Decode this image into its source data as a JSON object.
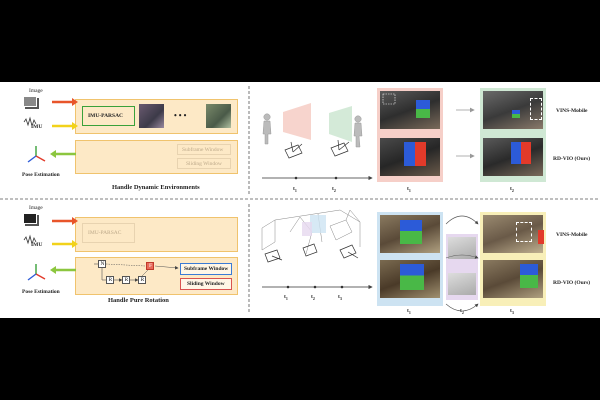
{
  "top": {
    "image_label": "Image",
    "imu_label": "IMU",
    "module_label": "IMU-PARSAC",
    "dots": "• • •",
    "subframe_label": "Subframe Window",
    "sliding_label": "Sliding Window",
    "pose_label": "Pose Estimation",
    "title": "Handle Dynamic Environments",
    "t1": "t",
    "t1_sub": "1",
    "t2": "t",
    "t2_sub": "2",
    "result_t1": "t",
    "result_t1_sub": "1",
    "result_t2": "t",
    "result_t2_sub": "2",
    "method_a": "VINS-Mobile",
    "method_b": "RD-VIO (Ours)"
  },
  "bottom": {
    "image_label": "Image",
    "imu_label": "IMU",
    "module_label": "IMU-PARSAC",
    "node_n": "N",
    "node_r": "R",
    "node_f": "F",
    "subframe_label": "Subframe Window",
    "sliding_label": "Sliding Window",
    "pose_label": "Pose Estimation",
    "title": "Handle Pure Rotation",
    "t1": "t",
    "t1_sub": "1",
    "t2": "t",
    "t2_sub": "2",
    "t3": "t",
    "t3_sub": "3",
    "r1": "t",
    "r1_sub": "1",
    "r2": "t",
    "r2_sub": "2",
    "r3": "t",
    "r3_sub": "3",
    "method_a": "VINS-Mobile",
    "method_b": "RD-VIO (Ours)"
  },
  "colors": {
    "orange_fill": "#fde9c6",
    "orange_border": "#f0c36d",
    "red_arrow": "#e8552a",
    "yellow_arrow": "#f2d21a",
    "green_arrow": "#8cc63f",
    "pink_bg": "#f6cfc8",
    "green_bg": "#cfe8d4",
    "blue_bg": "#cde3f2",
    "yellow_bg": "#f8efb8",
    "lavender_bg": "#e6d8ef"
  }
}
